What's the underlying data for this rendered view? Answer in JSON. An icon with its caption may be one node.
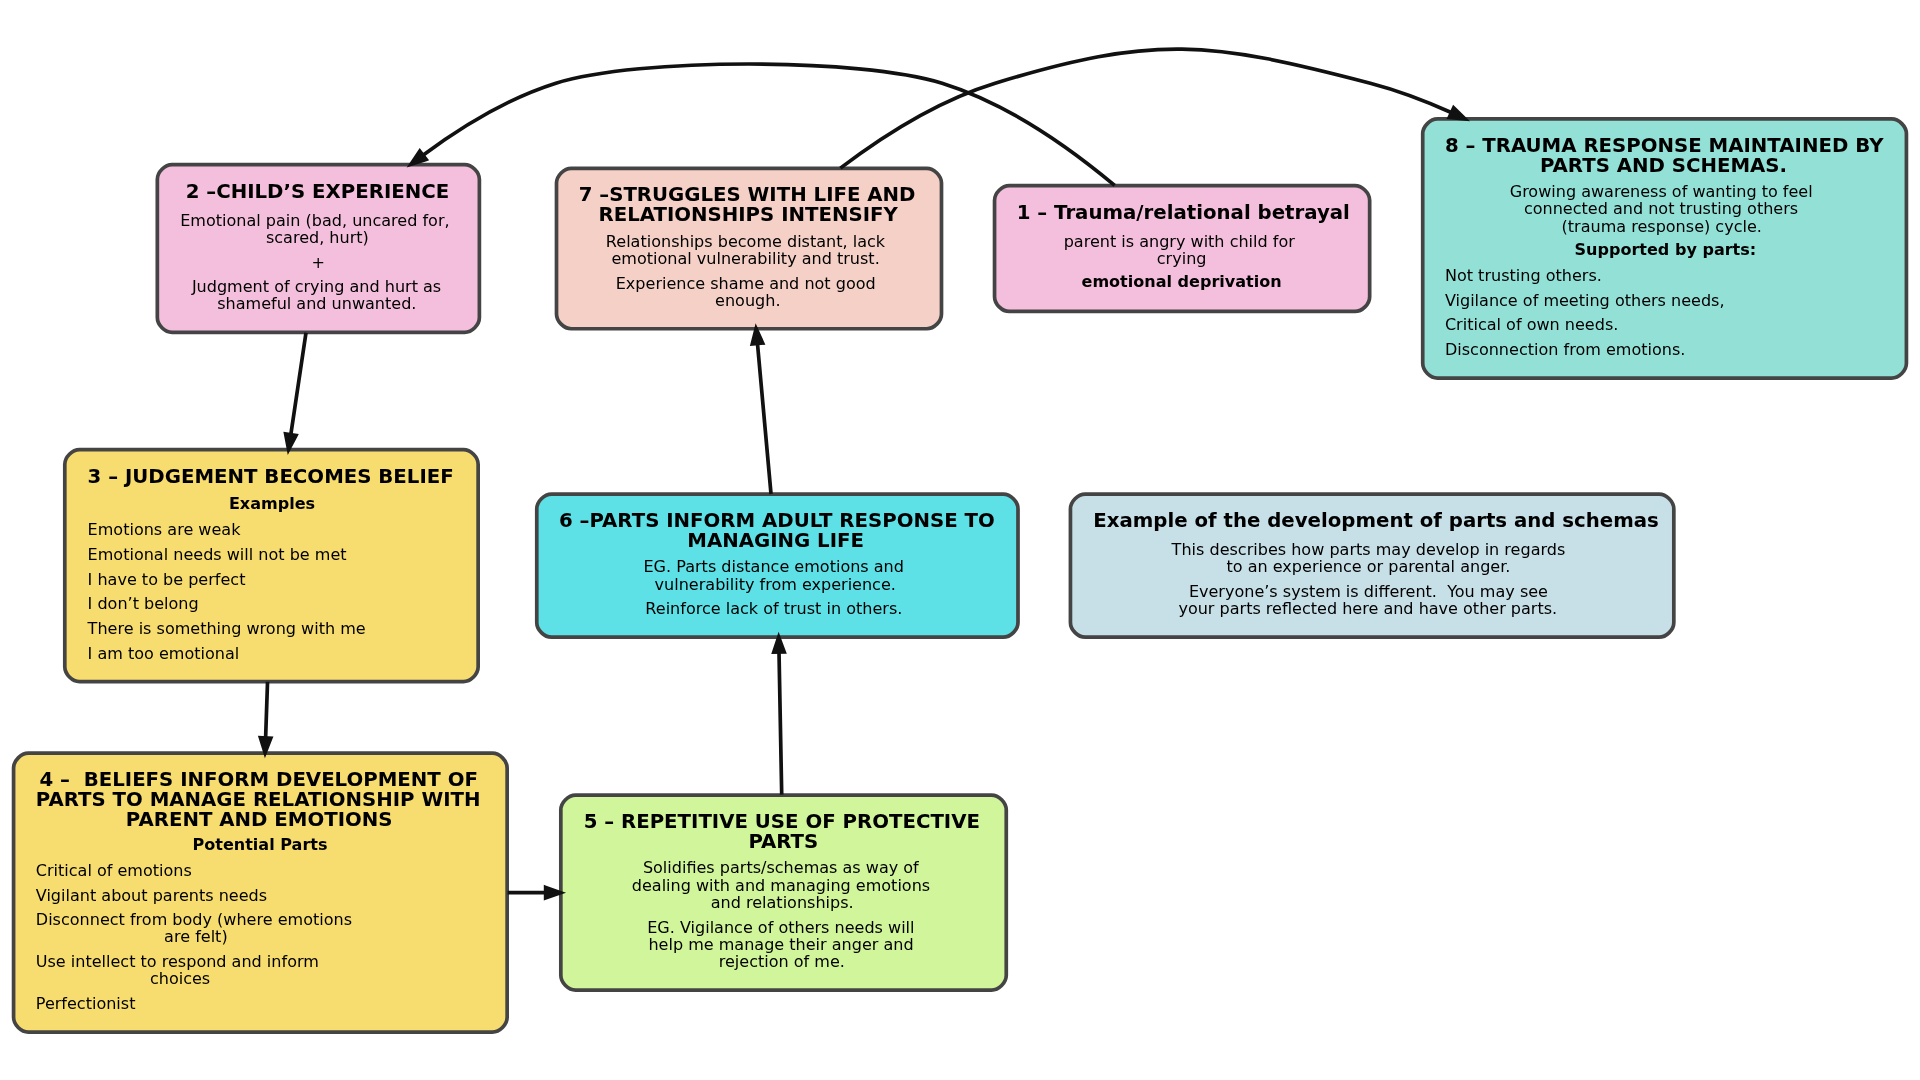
{
  "diagram": {
    "nodes": [
      {
        "text": [
          "8 – TRAUMA RESPONSE MAINTAINED BY PARTS AND SCHEMAS.",
          "Growing awareness of wanting to feel connected and not trusting others (trauma response) cycle.",
          "Supported by parts:",
          "Not trusting others.",
          "Vigilance of meeting others needs,",
          "Critical of own needs.",
          "Disconnection from emotions."
        ]
      },
      {
        "text": [
          "1 – Trauma/relational betrayal",
          "parent is angry with child for crying",
          "emotional deprivation"
        ]
      },
      {
        "text": [
          "7 –STRUGGLES WITH LIFE AND RELATIONSHIPS INTENSIFY",
          "Relationships become distant, lack emotional vulnerability and trust.",
          "Experience shame and not good enough."
        ]
      },
      {
        "text": [
          "2 –CHILD’S EXPERIENCE",
          "Emotional pain (bad, uncared for, scared, hurt)",
          "+",
          "Judgment of crying and hurt as shameful and unwanted."
        ]
      },
      {
        "text": [
          "Example of the development of parts and schemas",
          "This describes how parts may develop in regards to an experience or parental anger.",
          "Everyone’s system is different.  You may see your parts reflected here and have other parts."
        ]
      },
      {
        "text": [
          "6 –PARTS INFORM ADULT RESPONSE TO MANAGING LIFE",
          "EG. Parts distance emotions and vulnerability from experience.",
          "Reinforce lack of trust in others."
        ]
      },
      {
        "text": [
          "3 – JUDGEMENT BECOMES BELIEF",
          "Examples",
          "Emotions are weak",
          "Emotional needs will not be met",
          "I have to be perfect",
          "I don’t belong",
          "There is something wrong with me",
          "I am too emotional"
        ]
      },
      {
        "text": [
          "4 –  BELIEFS INFORM DEVELOPMENT OF PARTS TO MANAGE RELATIONSHIP WITH PARENT AND EMOTIONS",
          "Potential Parts",
          "Critical of emotions",
          "Vigilant about parents needs",
          "Disconnect from body (where emotions are felt)",
          "Use intellect to respond and inform choices",
          "Perfectionist"
        ]
      },
      {
        "text": [
          "5 – REPETITIVE USE OF PROTECTIVE PARTS",
          "Solidifies parts/schemas as way of dealing with and managing emotions and relationships.",
          "EG. Vigilance of others needs will help me manage their anger and rejection of me."
        ]
      }
    ],
    "edges": [
      {
        "from": 1,
        "to": 3,
        "arrow": "to"
      },
      {
        "from": 3,
        "to": 6,
        "arrow": "to"
      },
      {
        "from": 6,
        "to": 7,
        "arrow": "to"
      },
      {
        "from": 7,
        "to": 8,
        "arrow": "to"
      },
      {
        "from": 8,
        "to": 5,
        "arrow": "to"
      },
      {
        "from": 5,
        "to": 2,
        "arrow": "to"
      },
      {
        "from": 2,
        "to": 0,
        "arrow": "to"
      }
    ]
  }
}
